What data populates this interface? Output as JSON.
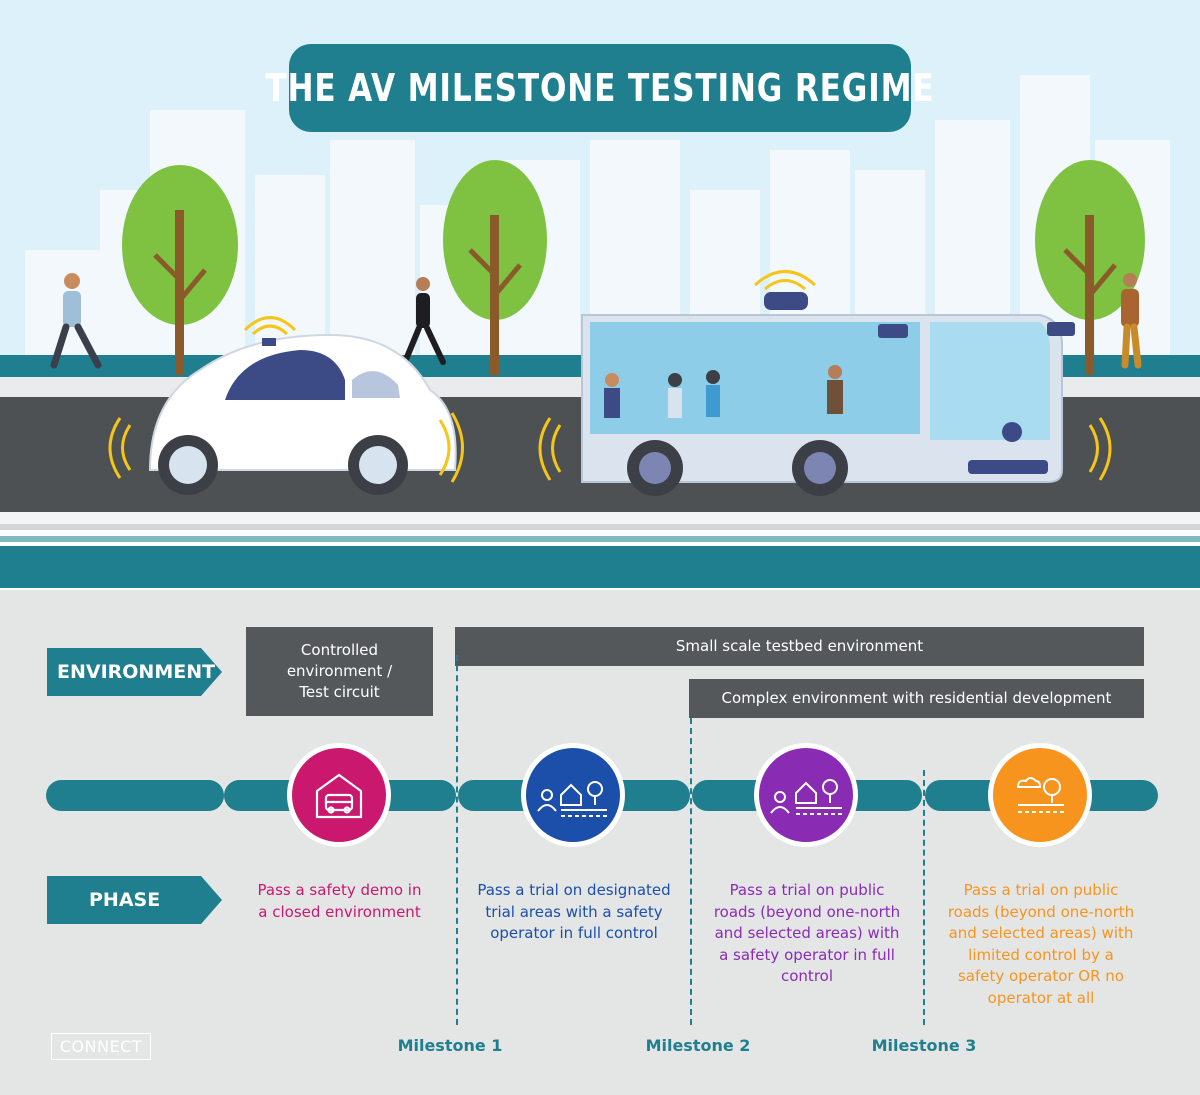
{
  "title": "THE AV MILESTONE TESTING REGIME",
  "labels": {
    "environment": "ENVIRONMENT",
    "phase": "PHASE"
  },
  "environments": {
    "controlled": "Controlled environment / Test circuit",
    "small_scale": "Small scale testbed environment",
    "complex": "Complex environment with residential development"
  },
  "phases": [
    {
      "text": "Pass a safety demo in a closed environment",
      "color": "#c9186e",
      "icon": "vehicle-garage-icon"
    },
    {
      "text": "Pass a trial on designated trial areas with a safety operator in full control",
      "color": "#1b4faa",
      "icon": "operator-buildings-icon"
    },
    {
      "text": "Pass a trial on public roads (beyond one-north and selected areas) with a safety operator in full control",
      "color": "#8a2bb4",
      "icon": "operator-buildings-icon"
    },
    {
      "text": "Pass a trial on public roads (beyond one-north and selected areas) with limited control by a safety operator OR no operator at all",
      "color": "#f7941d",
      "icon": "cloud-tree-road-icon"
    }
  ],
  "milestones": [
    "Milestone 1",
    "Milestone 2",
    "Milestone 3"
  ],
  "brand": "CONNECT",
  "colors": {
    "teal": "#207f8e",
    "dark_grey": "#54585b",
    "sky": "#dcf1fb",
    "road": "#4e5153"
  }
}
